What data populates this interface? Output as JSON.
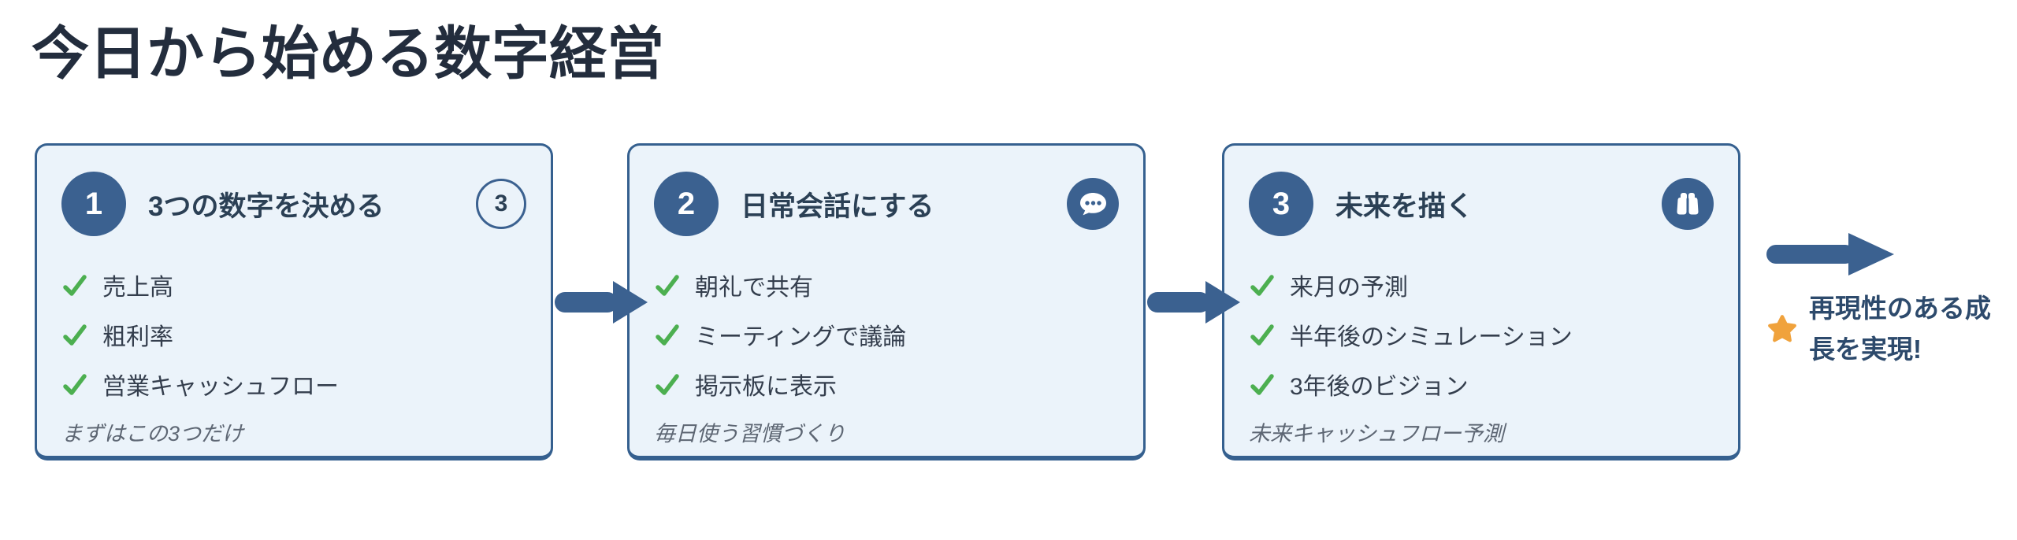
{
  "title": "今日から始める数字経営",
  "colors": {
    "accent_navy": "#3b6190",
    "card_border": "#35608f",
    "card_background": "#ebf3fa",
    "title_text": "#232d3d",
    "card_title_text": "#2b4055",
    "item_text": "#343e4d",
    "note_text": "#5d6673",
    "check_green": "#4caf50",
    "star_orange": "#f0a23c",
    "outcome_text": "#2d4a6c"
  },
  "steps": [
    {
      "number": "1",
      "title": "3つの数字を決める",
      "corner_icon": "count-circle",
      "count": "3",
      "items": [
        "売上高",
        "粗利率",
        "営業キャッシュフロー"
      ],
      "note": "まずはこの3つだけ"
    },
    {
      "number": "2",
      "title": "日常会話にする",
      "corner_icon": "speech-bubble",
      "items": [
        "朝礼で共有",
        "ミーティングで議論",
        "掲示板に表示"
      ],
      "note": "毎日使う習慣づくり"
    },
    {
      "number": "3",
      "title": "未来を描く",
      "corner_icon": "binoculars",
      "items": [
        "来月の予測",
        "半年後のシミュレーション",
        "3年後のビジョン"
      ],
      "note": "未来キャッシュフロー予測"
    }
  ],
  "outcome": {
    "text": "再現性のある成長を実現!"
  }
}
